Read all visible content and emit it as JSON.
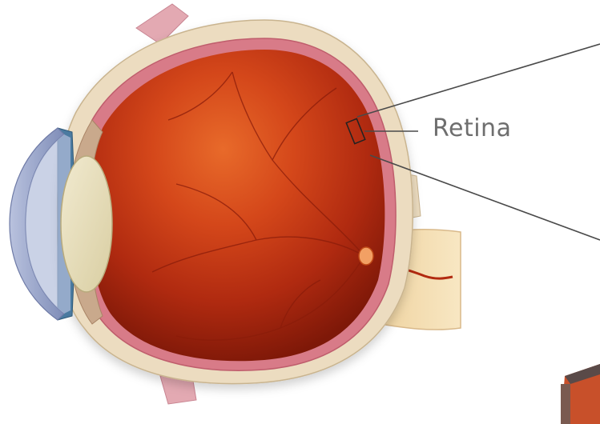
{
  "diagram": {
    "labels": {
      "retina": "Retina"
    },
    "colors": {
      "background": "#ffffff",
      "sclera": "#ecdcc0",
      "choroid": "#d46b7a",
      "vitreous_center": "#e0541b",
      "vitreous_edge": "#8a1a08",
      "lens": "#e6dcb4",
      "cornea": "#9aa6c8",
      "optic_nerve": "#f2d9a8",
      "leader_line": "#4a4a4a",
      "label_text": "#6e6e6e"
    },
    "parts": [
      "sclera",
      "choroid",
      "vitreous-body",
      "lens",
      "iris",
      "cornea",
      "optic-nerve",
      "retina-inset-box"
    ]
  }
}
